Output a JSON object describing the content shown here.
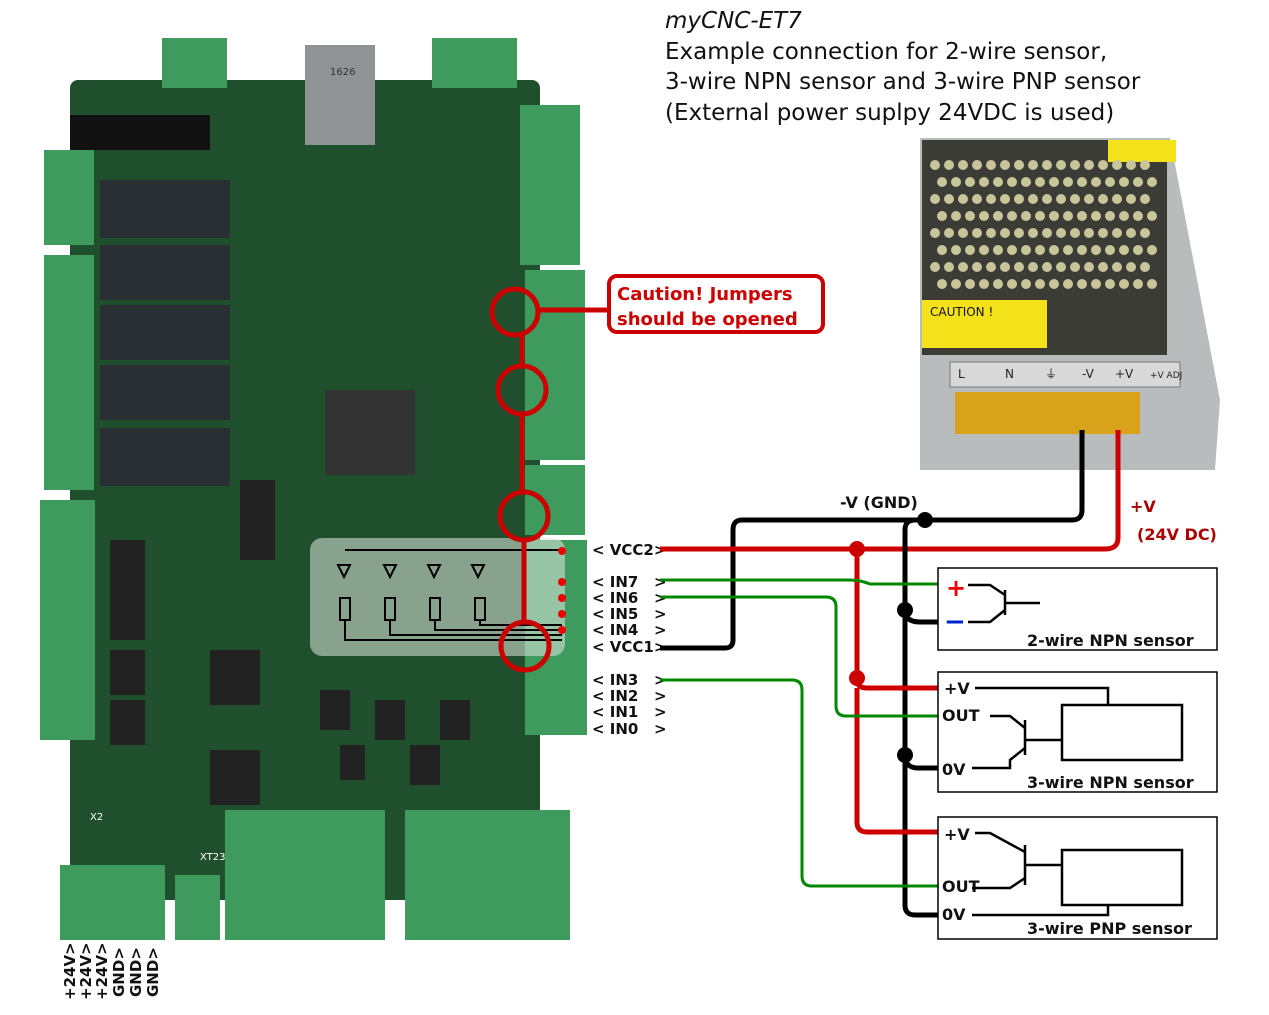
{
  "title": {
    "line1": "myCNC-ET7",
    "line2": "Example connection for 2-wire sensor,",
    "line3": "3-wire NPN sensor and 3-wire PNP sensor",
    "line4": "(External power suplpy 24VDC is used)"
  },
  "caution": {
    "line1": "Caution!  Jumpers",
    "line2": "should be opened"
  },
  "pins": [
    "< VCC2>",
    "< IN7   >",
    "< IN6   >",
    "< IN5   >",
    "< IN4   >",
    "< VCC1>",
    "< IN3   >",
    "< IN2   >",
    "< IN1   >",
    "< IN0   >"
  ],
  "power_labels": {
    "gnd": "-V (GND)",
    "plus": "+V",
    "plus_sub": "(24V DC)"
  },
  "psu": {
    "caution": "CAUTION !",
    "terminals": [
      "L",
      "N",
      "⏚",
      "-V",
      "+V",
      "+V ADJ"
    ]
  },
  "sensors": {
    "two_wire": {
      "name": "2-wire NPN sensor",
      "plus": "+",
      "minus": "−"
    },
    "npn": {
      "name": "3-wire NPN sensor",
      "v": "+V",
      "out": "OUT",
      "zero": "0V"
    },
    "pnp": {
      "name": "3-wire PNP sensor",
      "v": "+V",
      "out": "OUT",
      "zero": "0V"
    }
  },
  "bottom_labels": [
    "+24V>",
    "+24V>",
    "+24V>",
    "GND>",
    "GND>",
    "GND>"
  ],
  "board_labels": {
    "xt23": "XT23",
    "x2": "X2",
    "chip": "1626"
  },
  "colors": {
    "red": "#cc0000",
    "green": "#008800",
    "black": "#000000",
    "pcb": "#1f4f2c",
    "terminal": "#3f9a5e"
  }
}
